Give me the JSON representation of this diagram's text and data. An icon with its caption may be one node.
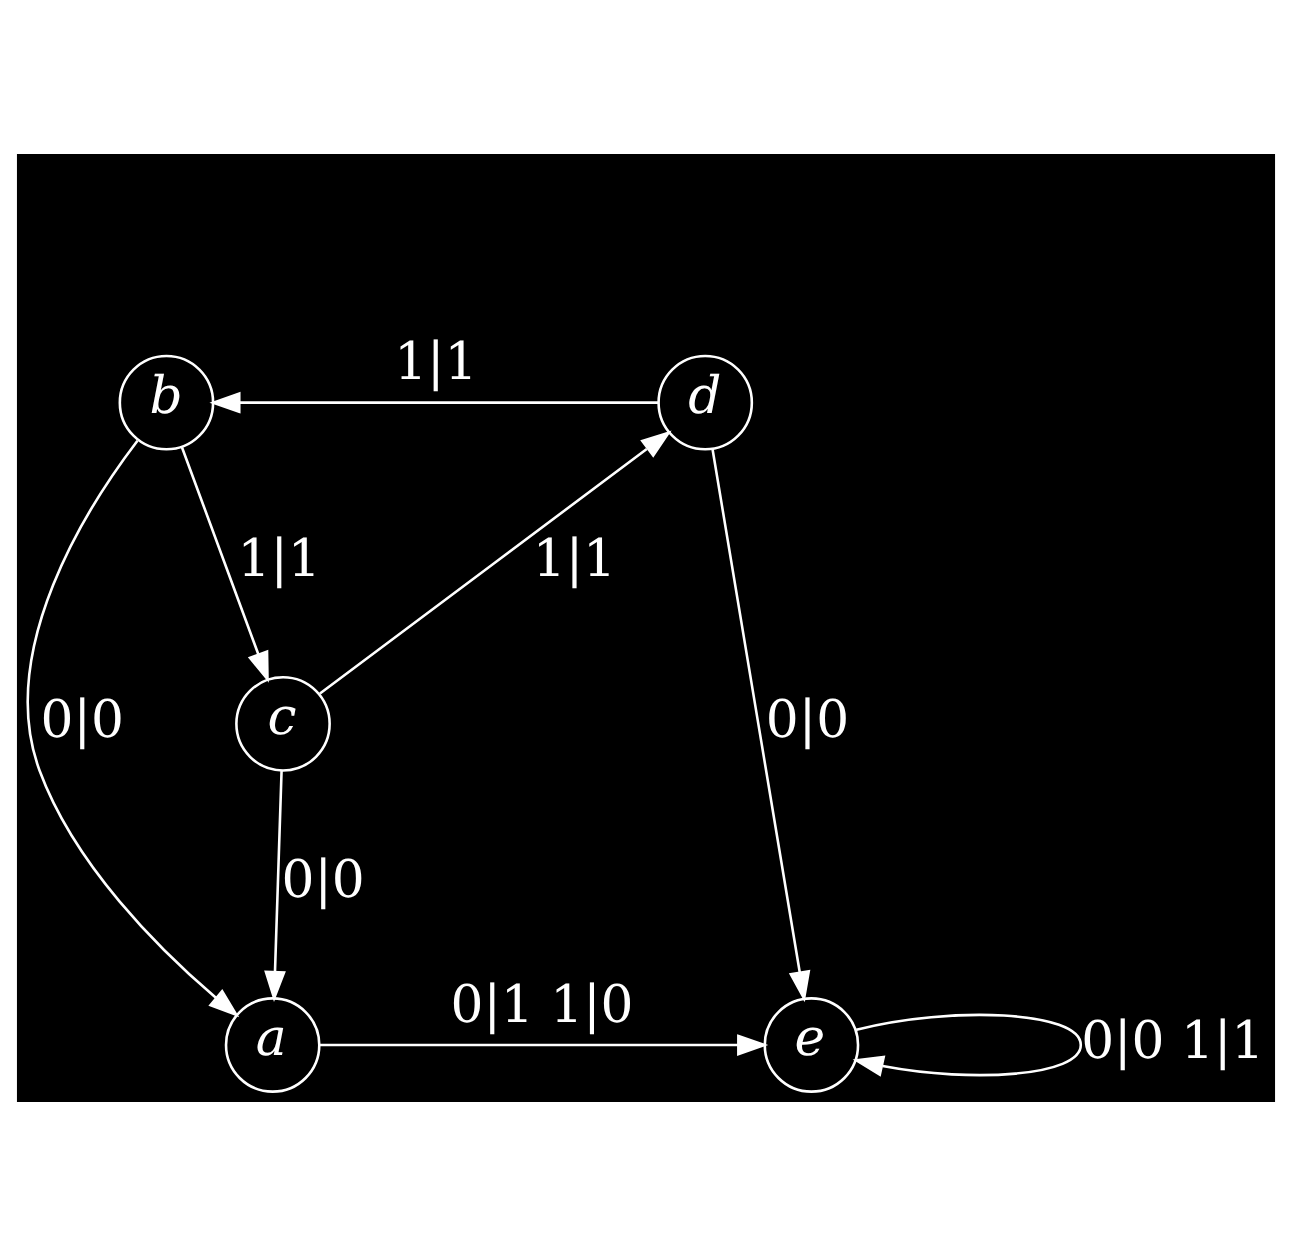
{
  "diagram": {
    "nodes": [
      {
        "text": [
          "b"
        ]
      },
      {
        "text": [
          "d"
        ]
      },
      {
        "text": [
          "c"
        ]
      },
      {
        "text": [
          "a"
        ]
      },
      {
        "text": [
          "e"
        ]
      }
    ],
    "edges": [
      {
        "from": 1,
        "to": 0,
        "arrow": "to",
        "label": "1|1"
      },
      {
        "from": 0,
        "to": 2,
        "arrow": "to",
        "label": "1|1"
      },
      {
        "from": 2,
        "to": 1,
        "arrow": "to",
        "label": "1|1"
      },
      {
        "from": 0,
        "to": 3,
        "arrow": "to",
        "label": "0|0"
      },
      {
        "from": 2,
        "to": 3,
        "arrow": "to",
        "label": "0|0"
      },
      {
        "from": 1,
        "to": 4,
        "arrow": "to",
        "label": "0|0"
      },
      {
        "from": 3,
        "to": 4,
        "arrow": "to",
        "label": "0|1 1|0"
      },
      {
        "from": 4,
        "to": 4,
        "arrow": "to",
        "label": "0|0 1|1"
      }
    ]
  }
}
